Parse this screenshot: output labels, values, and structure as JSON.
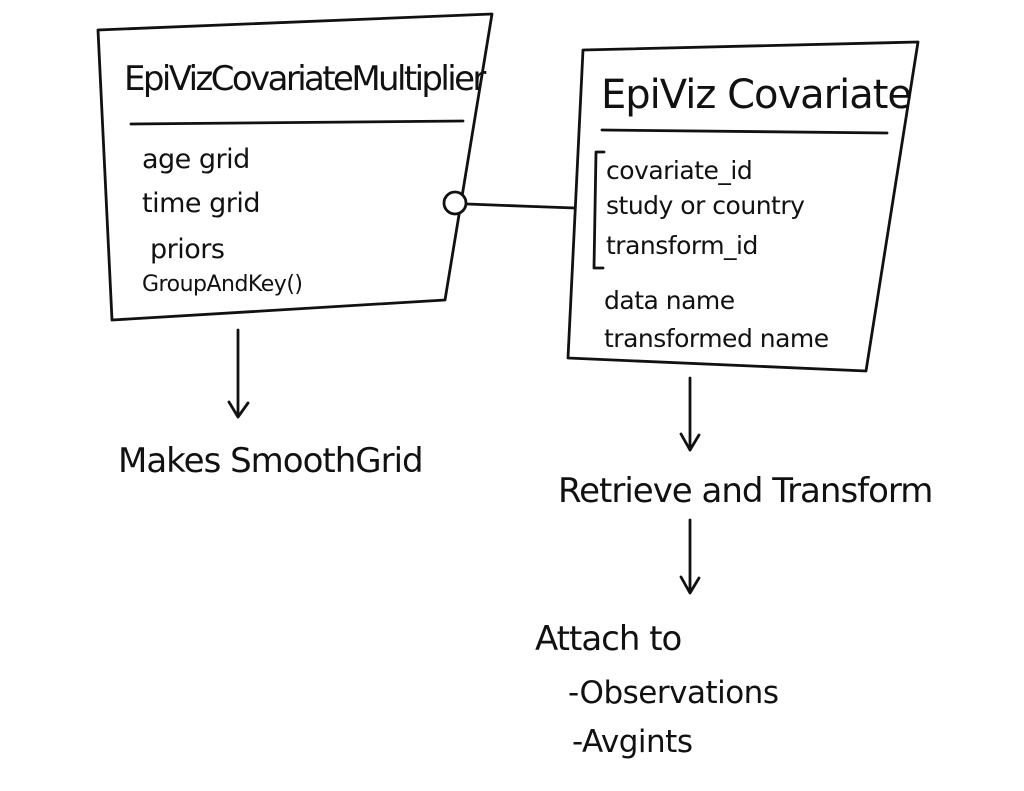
{
  "left_box": {
    "title": "EpiVizCovariateMultiplier",
    "attributes": [
      "age grid",
      "time grid",
      "priors",
      "GroupAndKey()"
    ]
  },
  "right_box": {
    "title": "EpiViz Covariate",
    "key_attributes": [
      "covariate_id",
      "study or country",
      "transform_id"
    ],
    "attributes": [
      "data name",
      "transformed name"
    ]
  },
  "notes": {
    "left_result": "Makes SmoothGrid",
    "right_step": "Retrieve and Transform",
    "attach_heading": "Attach to",
    "attach_items": [
      "-Observations",
      "-Avgints"
    ]
  }
}
